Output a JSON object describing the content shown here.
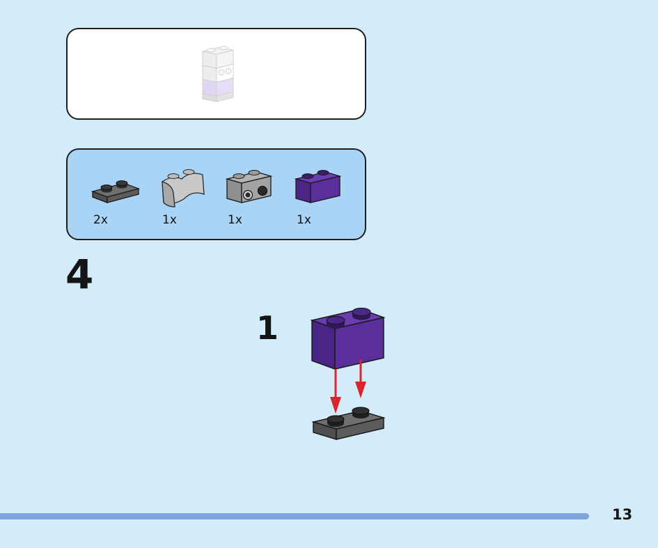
{
  "step": {
    "number": "4",
    "substep": "1"
  },
  "parts_list": {
    "items": [
      {
        "qty": "2x",
        "part": "dark-gray-plate-1x2",
        "color": "#5b5b5b"
      },
      {
        "qty": "1x",
        "part": "light-gray-curved-brick-1x2",
        "color": "#c7c7c7"
      },
      {
        "qty": "1x",
        "part": "light-gray-brick-1x2-with-studs-on-side",
        "color": "#a3a3a3"
      },
      {
        "qty": "1x",
        "part": "purple-brick-1x2",
        "color": "#5a2f9c"
      }
    ]
  },
  "page": {
    "number": "13"
  },
  "colors": {
    "background": "#d4ebf9",
    "parts_panel": "#a9d4f5",
    "page_bar": "#7ea4de",
    "arrow": "#d7262c",
    "purple_brick": "#5a2f9c",
    "dark_gray_plate": "#5b5b5b"
  }
}
